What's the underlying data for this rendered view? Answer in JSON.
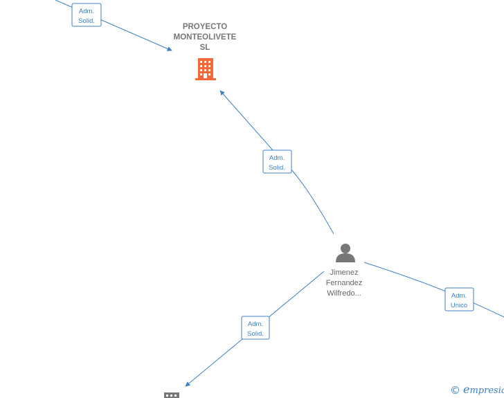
{
  "company": {
    "name_lines": [
      "PROYECTO",
      "MONTEOLIVETE",
      "SL"
    ],
    "icon": "building-icon",
    "color": "#f4693a"
  },
  "person": {
    "name_lines": [
      "Jimenez",
      "Fernandez",
      "Wilfredo..."
    ],
    "icon": "person-icon",
    "color": "#777777"
  },
  "other_company": {
    "icon": "building-icon",
    "color": "#777777"
  },
  "edges": [
    {
      "id": "edge-top-left-to-company",
      "label_lines": [
        "Adm.",
        "Solid."
      ]
    },
    {
      "id": "edge-person-to-company",
      "label_lines": [
        "Adm.",
        "Solid."
      ]
    },
    {
      "id": "edge-person-to-bottom-company",
      "label_lines": [
        "Adm.",
        "Solid."
      ]
    },
    {
      "id": "edge-person-to-right",
      "label_lines": [
        "Adm.",
        "Unico"
      ]
    }
  ],
  "edge_color": "#3b7fc4",
  "branding": {
    "copyright_symbol": "©",
    "brand_initial": "e",
    "brand_rest": "mpresia"
  }
}
